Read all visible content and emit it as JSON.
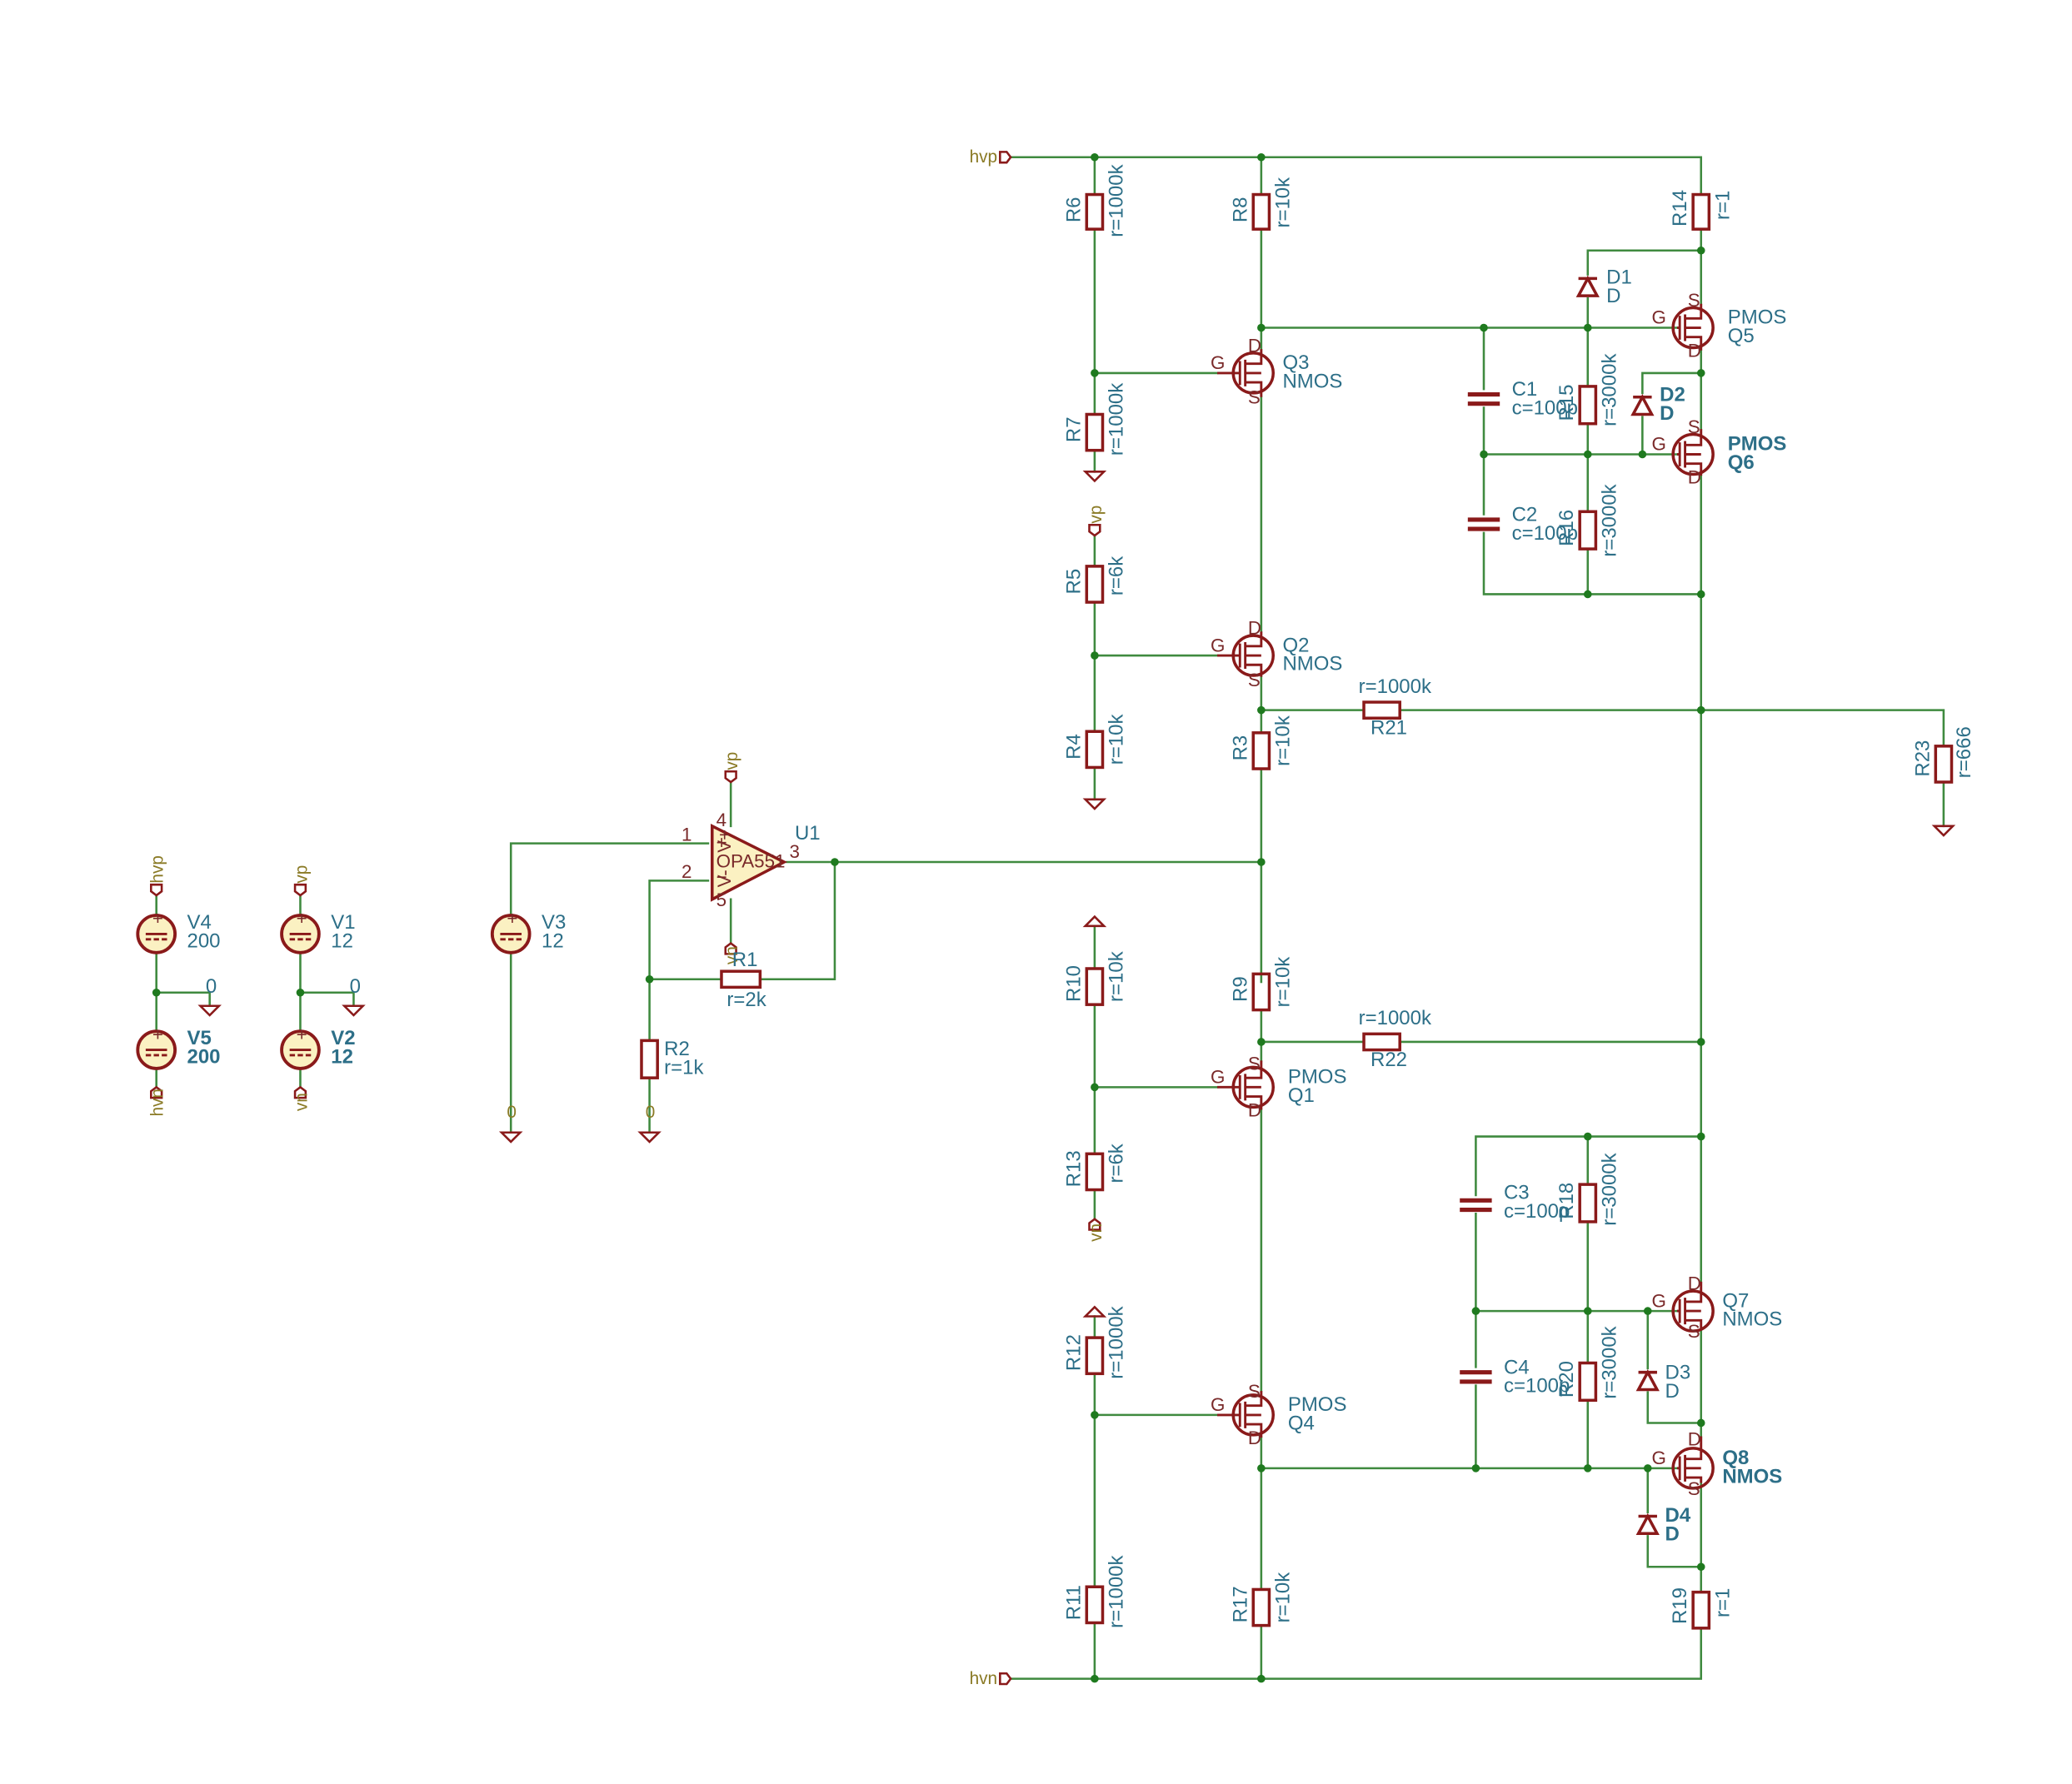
{
  "nets": {
    "hvp": "hvp",
    "hvn": "hvn",
    "vp": "vp",
    "vn": "vn",
    "gnd": "0"
  },
  "pins": {
    "gate": "G",
    "drain": "D",
    "source": "S",
    "one": "1",
    "two": "2",
    "three": "3",
    "four": "4",
    "five": "5",
    "plus": "+",
    "minus": "−",
    "vplus": "V+",
    "vminus": "V-"
  },
  "sources": {
    "V1": {
      "ref": "V1",
      "value": "12"
    },
    "V2": {
      "ref": "V2",
      "value": "12"
    },
    "V3": {
      "ref": "V3",
      "value": "12"
    },
    "V4": {
      "ref": "V4",
      "value": "200"
    },
    "V5": {
      "ref": "V5",
      "value": "200"
    }
  },
  "opamp": {
    "ref": "U1",
    "part": "OPA551"
  },
  "resistors": {
    "R1": {
      "ref": "R1",
      "value": "r=2k"
    },
    "R2": {
      "ref": "R2",
      "value": "r=1k"
    },
    "R3": {
      "ref": "R3",
      "value": "r=10k"
    },
    "R4": {
      "ref": "R4",
      "value": "r=10k"
    },
    "R5": {
      "ref": "R5",
      "value": "r=6k"
    },
    "R6": {
      "ref": "R6",
      "value": "r=1000k"
    },
    "R7": {
      "ref": "R7",
      "value": "r=1000k"
    },
    "R8": {
      "ref": "R8",
      "value": "r=10k"
    },
    "R9": {
      "ref": "R9",
      "value": "r=10k"
    },
    "R10": {
      "ref": "R10",
      "value": "r=10k"
    },
    "R11": {
      "ref": "R11",
      "value": "r=1000k"
    },
    "R12": {
      "ref": "R12",
      "value": "r=1000k"
    },
    "R13": {
      "ref": "R13",
      "value": "r=6k"
    },
    "R14": {
      "ref": "R14",
      "value": "r=1"
    },
    "R15": {
      "ref": "R15",
      "value": "r=3000k"
    },
    "R16": {
      "ref": "R16",
      "value": "r=3000k"
    },
    "R17": {
      "ref": "R17",
      "value": "r=10k"
    },
    "R18": {
      "ref": "R18",
      "value": "r=3000k"
    },
    "R19": {
      "ref": "R19",
      "value": "r=1"
    },
    "R20": {
      "ref": "R20",
      "value": "r=3000k"
    },
    "R21": {
      "ref": "R21",
      "value": "r=1000k"
    },
    "R22": {
      "ref": "R22",
      "value": "r=1000k"
    },
    "R23": {
      "ref": "R23",
      "value": "r=666"
    }
  },
  "capacitors": {
    "C1": {
      "ref": "C1",
      "value": "c=100p"
    },
    "C2": {
      "ref": "C2",
      "value": "c=100p"
    },
    "C3": {
      "ref": "C3",
      "value": "c=100p"
    },
    "C4": {
      "ref": "C4",
      "value": "c=100p"
    }
  },
  "diodes": {
    "D1": {
      "ref": "D1",
      "value": "D"
    },
    "D2": {
      "ref": "D2",
      "value": "D"
    },
    "D3": {
      "ref": "D3",
      "value": "D"
    },
    "D4": {
      "ref": "D4",
      "value": "D"
    }
  },
  "transistors": {
    "Q1": {
      "ref": "Q1",
      "type": "PMOS"
    },
    "Q2": {
      "ref": "Q2",
      "type": "NMOS"
    },
    "Q3": {
      "ref": "Q3",
      "type": "NMOS"
    },
    "Q4": {
      "ref": "Q4",
      "type": "PMOS"
    },
    "Q5": {
      "ref": "Q5",
      "type": "PMOS"
    },
    "Q6": {
      "ref": "Q6",
      "type": "PMOS"
    },
    "Q7": {
      "ref": "Q7",
      "type": "NMOS"
    },
    "Q8": {
      "ref": "Q8",
      "type": "NMOS"
    }
  }
}
